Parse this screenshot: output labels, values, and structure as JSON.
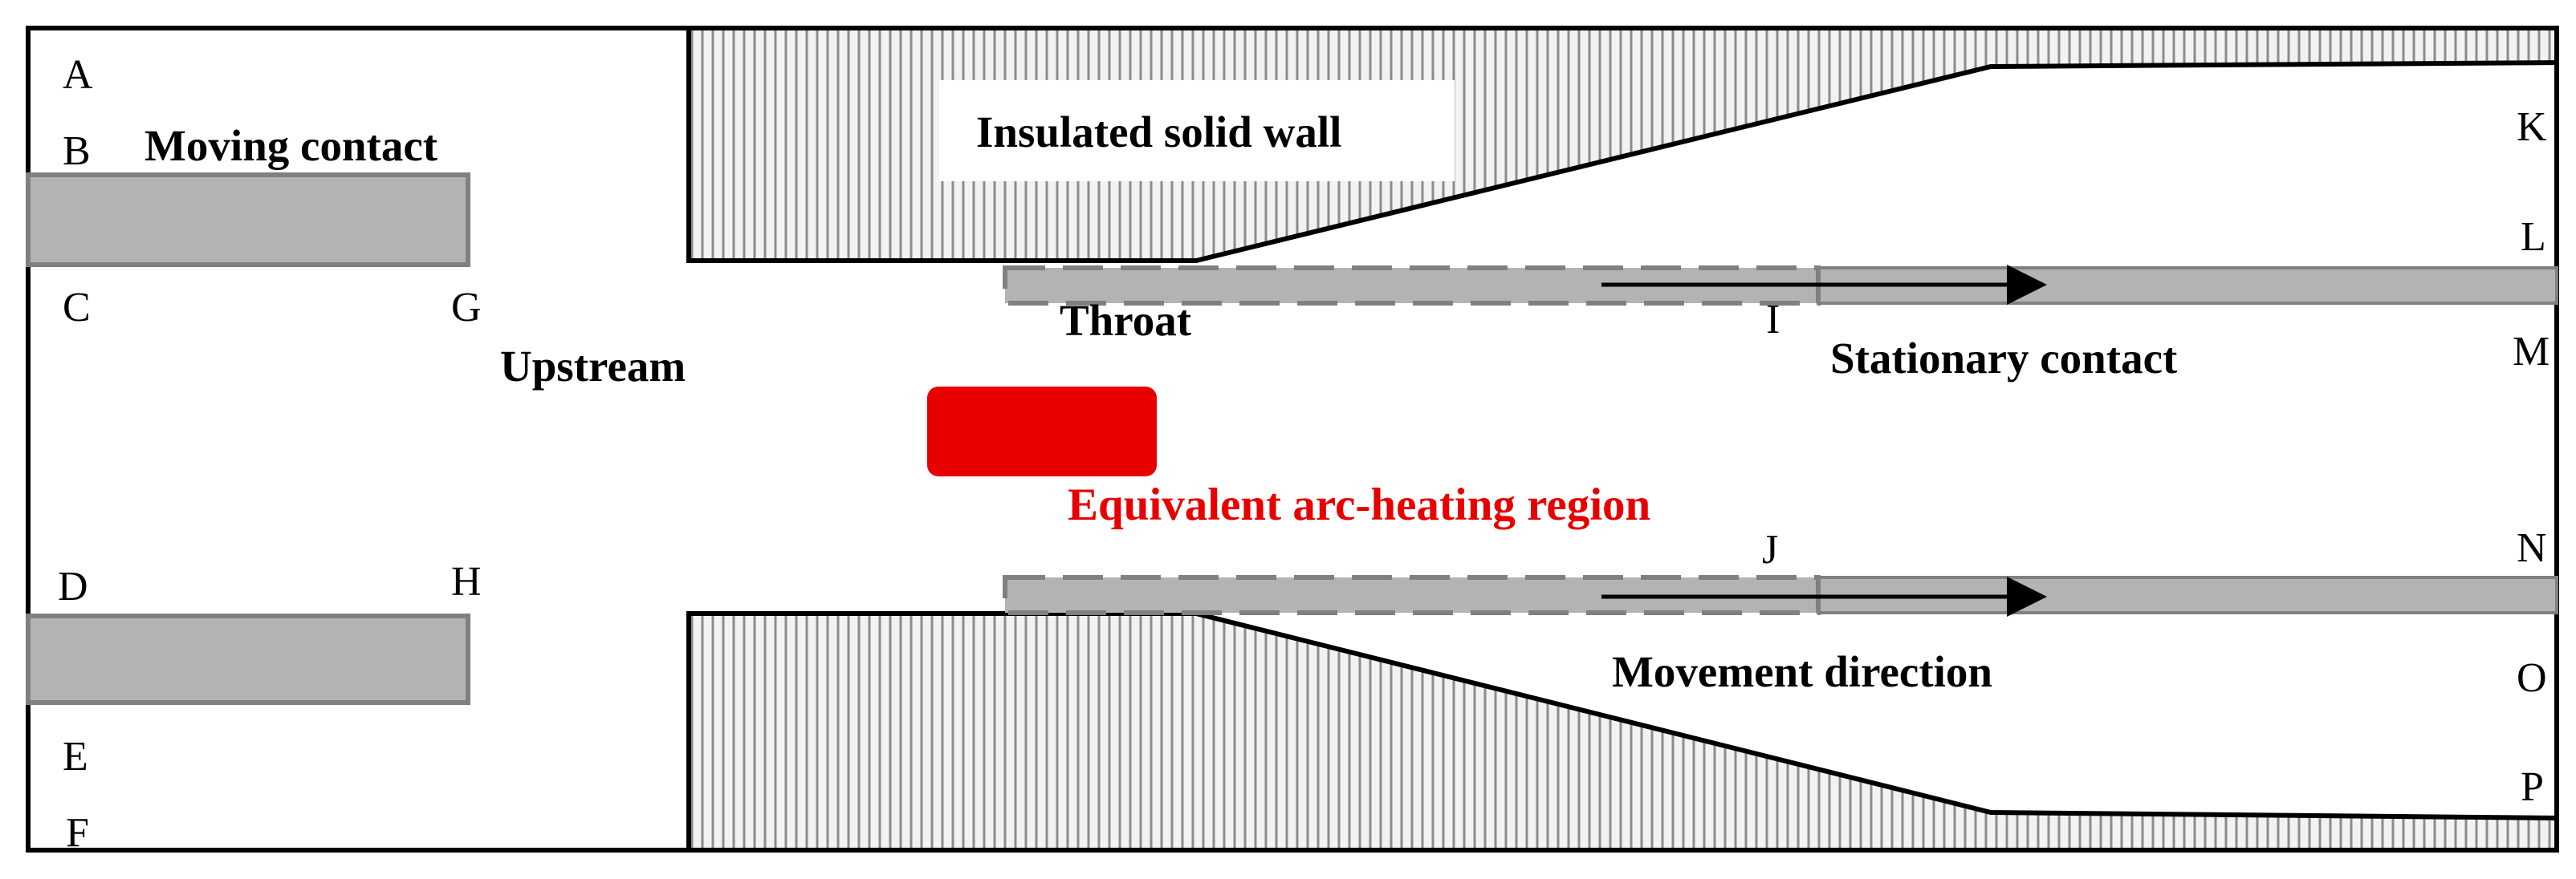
{
  "labels": {
    "moving_contact": "Moving contact",
    "insulated_wall": "Insulated solid wall",
    "upstream": "Upstream",
    "throat": "Throat",
    "stationary_contact": "Stationary contact",
    "arc_region": "Equivalent arc-heating region",
    "movement_direction": "Movement direction"
  },
  "points": {
    "A": "A",
    "B": "B",
    "C": "C",
    "D": "D",
    "E": "E",
    "F": "F",
    "G": "G",
    "H": "H",
    "I": "I",
    "J": "J",
    "K": "K",
    "L": "L",
    "M": "M",
    "N": "N",
    "O": "O",
    "P": "P"
  },
  "colors": {
    "arc_region": "#e80000",
    "contact_fill": "#b3b3b3",
    "contact_stroke": "#808080",
    "hatch_line": "#8c8c8c",
    "wall_fill": "#f2f2f2",
    "outline": "#000000"
  }
}
